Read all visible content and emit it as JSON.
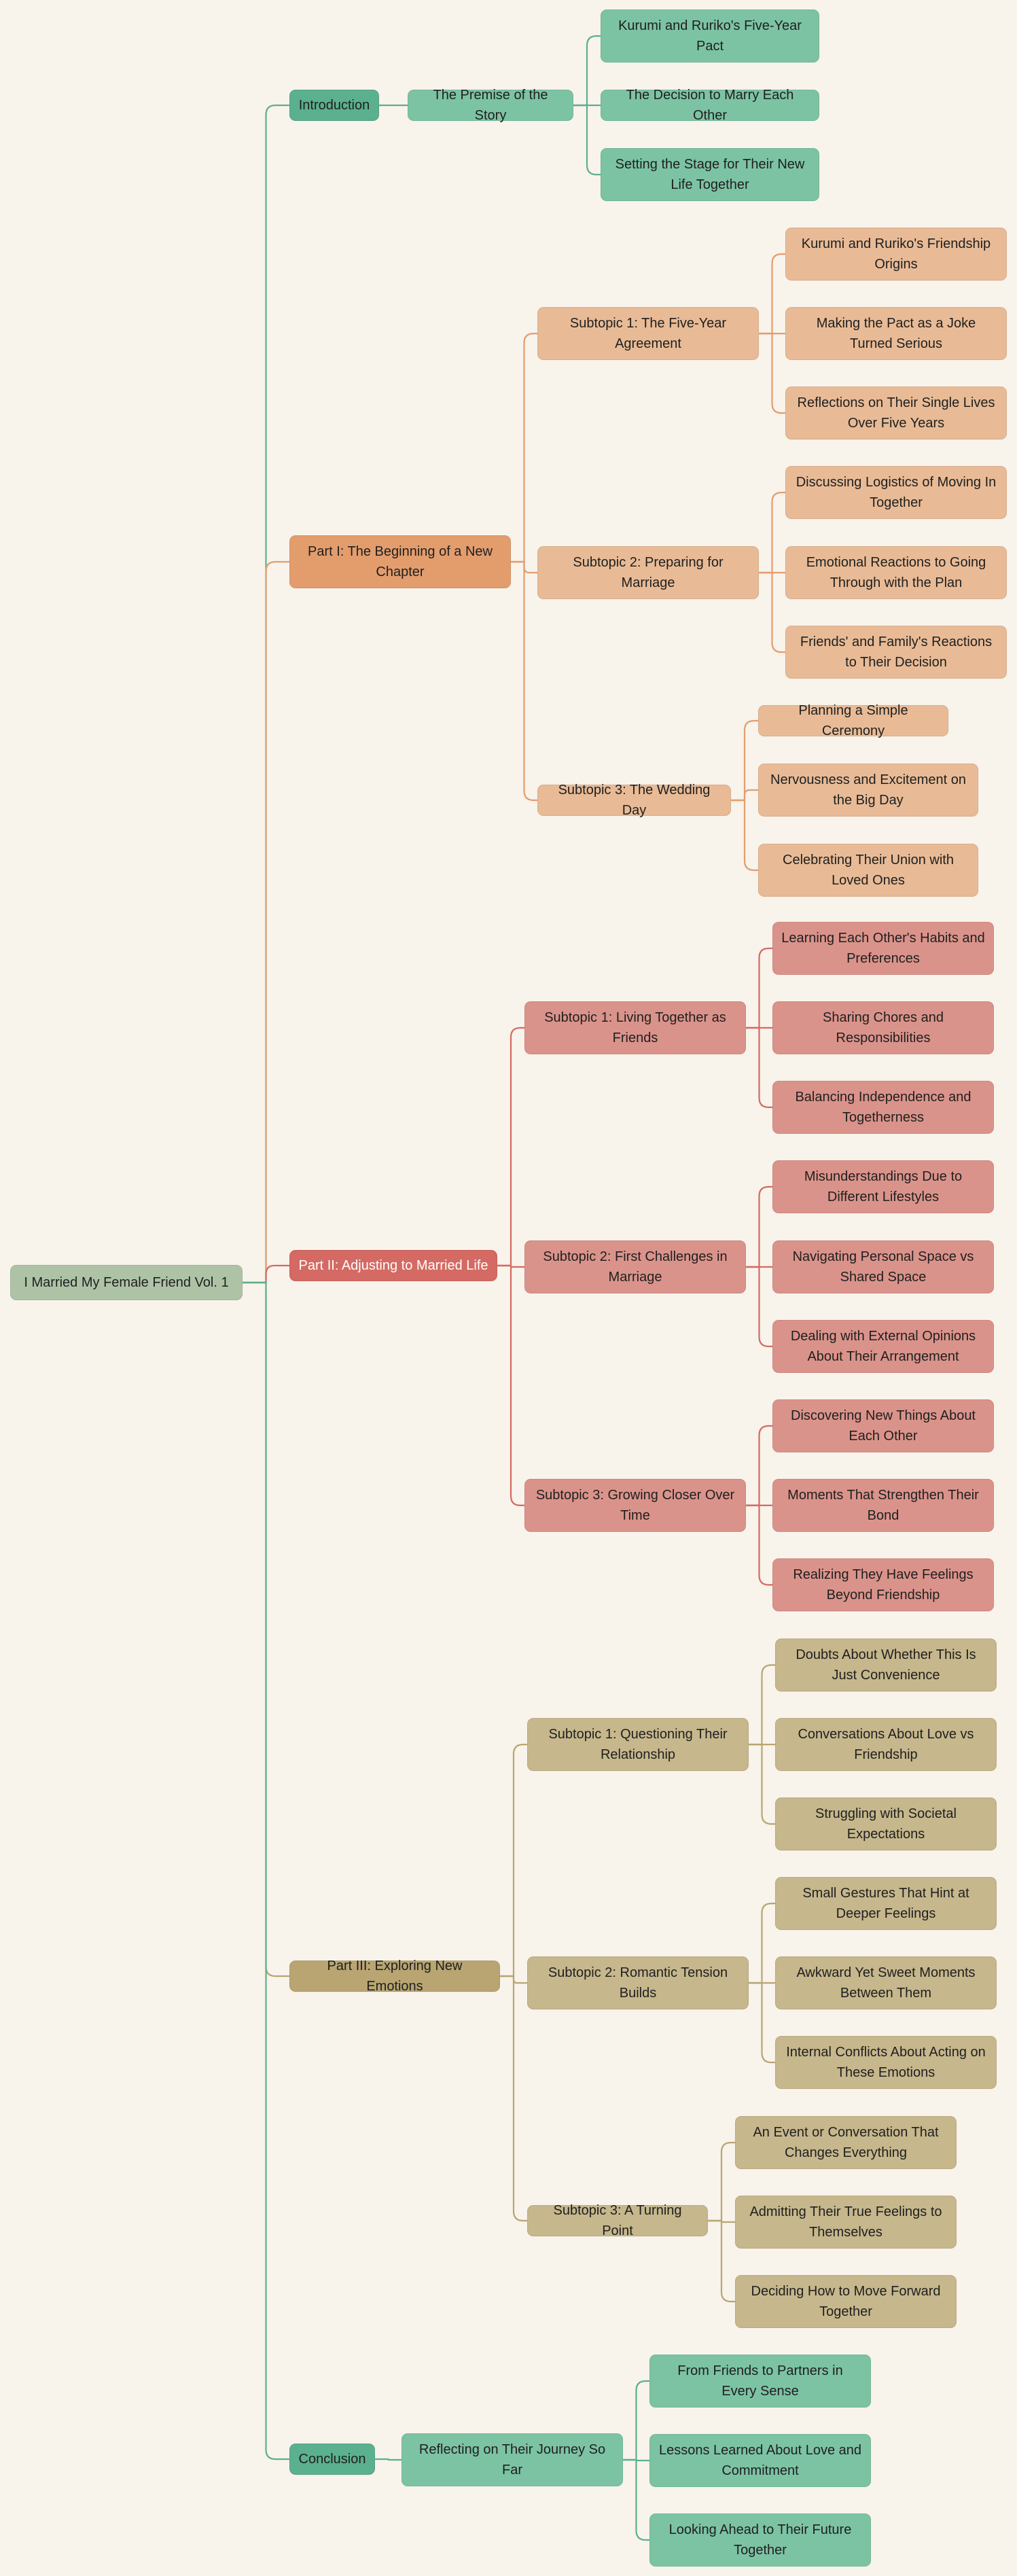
{
  "root": {
    "label": "I Married My Female Friend Vol. 1"
  },
  "colors": {
    "background": "#f8f3eb",
    "teal": "#5bb08f",
    "orange": "#e39d6d",
    "red": "#d46a63",
    "olive": "#b8a571"
  },
  "branches": [
    {
      "label": "Introduction",
      "children": [
        {
          "label": "The Premise of the Story",
          "children": [
            {
              "label": "Kurumi and Ruriko's Five-Year Pact"
            },
            {
              "label": "The Decision to Marry Each Other"
            },
            {
              "label": "Setting the Stage for Their New Life Together"
            }
          ]
        }
      ]
    },
    {
      "label": "Part I: The Beginning of a New Chapter",
      "children": [
        {
          "label": "Subtopic 1: The Five-Year Agreement",
          "children": [
            {
              "label": "Kurumi and Ruriko's Friendship Origins"
            },
            {
              "label": "Making the Pact as a Joke Turned Serious"
            },
            {
              "label": "Reflections on Their Single Lives Over Five Years"
            }
          ]
        },
        {
          "label": "Subtopic 2: Preparing for Marriage",
          "children": [
            {
              "label": "Discussing Logistics of Moving In Together"
            },
            {
              "label": "Emotional Reactions to Going Through with the Plan"
            },
            {
              "label": "Friends' and Family's Reactions to Their Decision"
            }
          ]
        },
        {
          "label": "Subtopic 3: The Wedding Day",
          "children": [
            {
              "label": "Planning a Simple Ceremony"
            },
            {
              "label": "Nervousness and Excitement on the Big Day"
            },
            {
              "label": "Celebrating Their Union with Loved Ones"
            }
          ]
        }
      ]
    },
    {
      "label": "Part II: Adjusting to Married Life",
      "children": [
        {
          "label": "Subtopic 1: Living Together as Friends",
          "children": [
            {
              "label": "Learning Each Other's Habits and Preferences"
            },
            {
              "label": "Sharing Chores and Responsibilities"
            },
            {
              "label": "Balancing Independence and Togetherness"
            }
          ]
        },
        {
          "label": "Subtopic 2: First Challenges in Marriage",
          "children": [
            {
              "label": "Misunderstandings Due to Different Lifestyles"
            },
            {
              "label": "Navigating Personal Space vs Shared Space"
            },
            {
              "label": "Dealing with External Opinions About Their Arrangement"
            }
          ]
        },
        {
          "label": "Subtopic 3: Growing Closer Over Time",
          "children": [
            {
              "label": "Discovering New Things About Each Other"
            },
            {
              "label": "Moments That Strengthen Their Bond"
            },
            {
              "label": "Realizing They Have Feelings Beyond Friendship"
            }
          ]
        }
      ]
    },
    {
      "label": "Part III: Exploring New Emotions",
      "children": [
        {
          "label": "Subtopic 1: Questioning Their Relationship",
          "children": [
            {
              "label": "Doubts About Whether This Is Just Convenience"
            },
            {
              "label": "Conversations About Love vs Friendship"
            },
            {
              "label": "Struggling with Societal Expectations"
            }
          ]
        },
        {
          "label": "Subtopic 2: Romantic Tension Builds",
          "children": [
            {
              "label": "Small Gestures That Hint at Deeper Feelings"
            },
            {
              "label": "Awkward Yet Sweet Moments Between Them"
            },
            {
              "label": "Internal Conflicts About Acting on These Emotions"
            }
          ]
        },
        {
          "label": "Subtopic 3: A Turning Point",
          "children": [
            {
              "label": "An Event or Conversation That Changes Everything"
            },
            {
              "label": "Admitting Their True Feelings to Themselves"
            },
            {
              "label": "Deciding How to Move Forward Together"
            }
          ]
        }
      ]
    },
    {
      "label": "Conclusion",
      "children": [
        {
          "label": "Reflecting on Their Journey So Far",
          "children": [
            {
              "label": "From Friends to Partners in Every Sense"
            },
            {
              "label": "Lessons Learned About Love and Commitment"
            },
            {
              "label": "Looking Ahead to Their Future Together"
            }
          ]
        }
      ]
    }
  ]
}
